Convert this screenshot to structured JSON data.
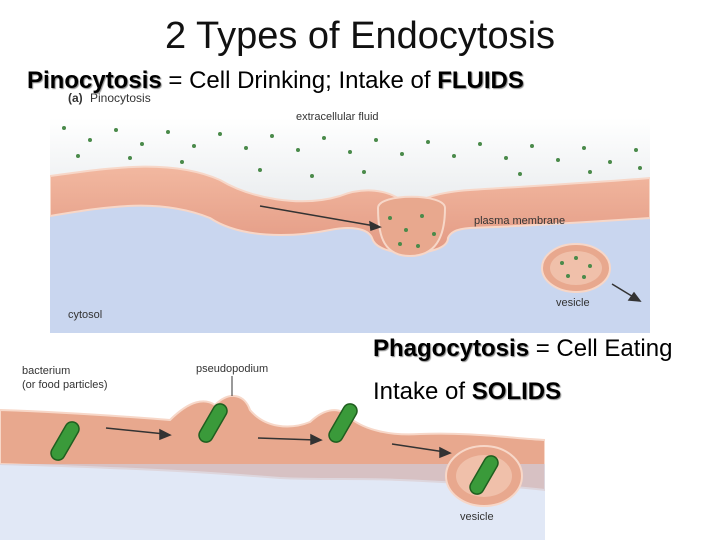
{
  "slide": {
    "title": "2 Types of Endocytosis",
    "pinocytosis": {
      "term": "Pinocytosis",
      "rest_plain": " = Cell Drinking; Intake of ",
      "rest_emph": "FLUIDS"
    },
    "phagocytosis": {
      "term": "Phagocytosis",
      "rest_plain": " = Cell Eating",
      "line2_plain": "Intake of ",
      "line2_emph": "SOLIDS"
    }
  },
  "figure_a": {
    "panel_tag": "(a)",
    "panel_title": "Pinocytosis",
    "label_extracellular": "extracellular fluid",
    "label_membrane": "plasma membrane",
    "label_cytosol": "cytosol",
    "label_vesicle": "vesicle"
  },
  "figure_b": {
    "label_bacterium_1": "bacterium",
    "label_bacterium_2": "(or food particles)",
    "label_pseudopodium": "pseudopodium",
    "label_vesicle": "vesicle"
  },
  "colors": {
    "membrane": "#e8a88e",
    "membrane_dark": "#c97a66",
    "cytosol": "#c9d6ef",
    "particle": "#4a8a4a",
    "bacterium": "#3a9a3a"
  }
}
